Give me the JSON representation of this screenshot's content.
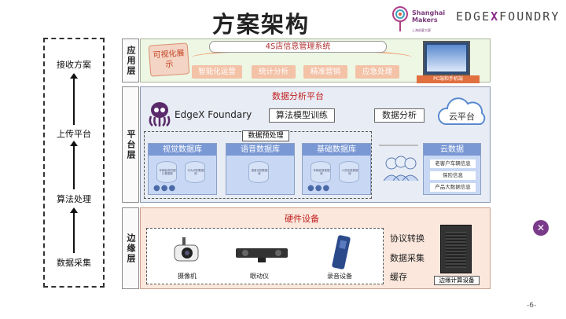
{
  "title": "方案架构",
  "logos": {
    "shanghai_line1": "Shanghai",
    "shanghai_line2": "Makers",
    "shanghai_sub": "上海创客大赛",
    "edgex": "EDGE",
    "edgex_x": "X",
    "edgex_rest": "FOUNDRY"
  },
  "flow_steps": [
    "接收方案",
    "上传平台",
    "算法处理",
    "数据采集"
  ],
  "layers": {
    "application": {
      "label": "应用层",
      "system": "4S店信息管理系统",
      "visual": "可视化展示",
      "items": [
        "智能化运营",
        "统计分析",
        "精准营销",
        "应急处理"
      ],
      "pc_label": "PC端和手机端"
    },
    "platform": {
      "label": "平台层",
      "title": "数据分析平台",
      "edgex": "EdgeX Foundary",
      "algo": "算法模型训练",
      "analysis": "数据分析",
      "cloud_platform": "云平台",
      "preprocess": "数据预处理",
      "databases": [
        {
          "name": "视觉数据库",
          "cyl": [
            "车辆检查的图片数据库",
            "行为识别数据库"
          ]
        },
        {
          "name": "语音数据库",
          "cyl": [
            "",
            "语音识别数据库"
          ]
        },
        {
          "name": "基础数据库",
          "cyl": [
            "车辆信息数据库",
            "人员信息数据库"
          ]
        }
      ],
      "dots": "●●●",
      "cloud_data": {
        "title": "云数据",
        "items": [
          "老客户车辆信息",
          "保险信息",
          "产品大数据信息"
        ]
      }
    },
    "edge": {
      "label": "边缘层",
      "title": "硬件设备",
      "devices": [
        "摄像机",
        "眼动仪",
        "录音设备"
      ],
      "functions": [
        "协议转换",
        "数据采集",
        "缓存"
      ],
      "compute": "边缘计算设备"
    }
  },
  "page_number": "-6-",
  "colors": {
    "accent_red": "#c02020",
    "app_bg": "#eef6e4",
    "platform_bg": "#e8ecf4",
    "edge_bg": "#fbe7dc",
    "db_header": "#7a98d4"
  }
}
